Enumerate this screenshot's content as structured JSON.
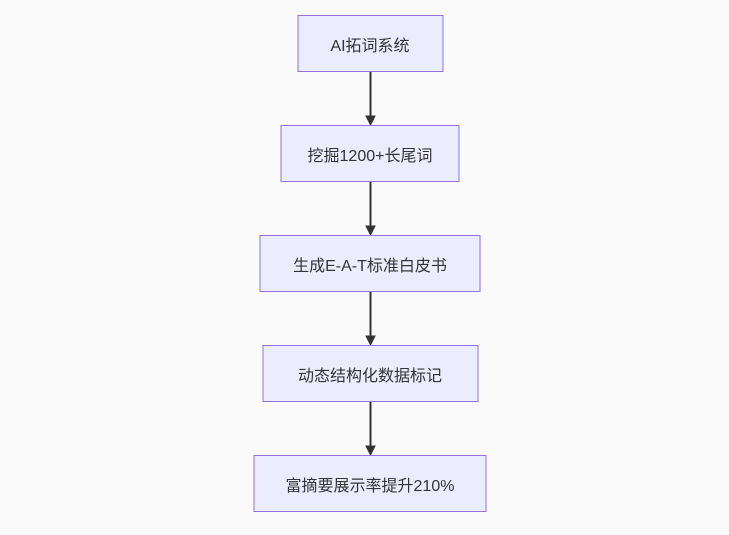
{
  "diagram": {
    "type": "flowchart-top-down",
    "background_color": "#fafafa",
    "node_fill_color": "#ECECFF",
    "node_border_color": "#9370DB",
    "node_text_color": "#333333",
    "arrow_color": "#333333",
    "nodes": [
      {
        "id": "ai-word-expansion-system",
        "label": "AI拓词系统"
      },
      {
        "id": "mine-longtail-keywords",
        "label": "挖掘1200+长尾词"
      },
      {
        "id": "generate-eat-whitepaper",
        "label": "生成E-A-T标准白皮书"
      },
      {
        "id": "dynamic-structured-data-markup",
        "label": "动态结构化数据标记"
      },
      {
        "id": "rich-snippet-rate-increase",
        "label": "富摘要展示率提升210%"
      }
    ],
    "edges": [
      {
        "from": "ai-word-expansion-system",
        "to": "mine-longtail-keywords"
      },
      {
        "from": "mine-longtail-keywords",
        "to": "generate-eat-whitepaper"
      },
      {
        "from": "generate-eat-whitepaper",
        "to": "dynamic-structured-data-markup"
      },
      {
        "from": "dynamic-structured-data-markup",
        "to": "rich-snippet-rate-increase"
      }
    ]
  }
}
